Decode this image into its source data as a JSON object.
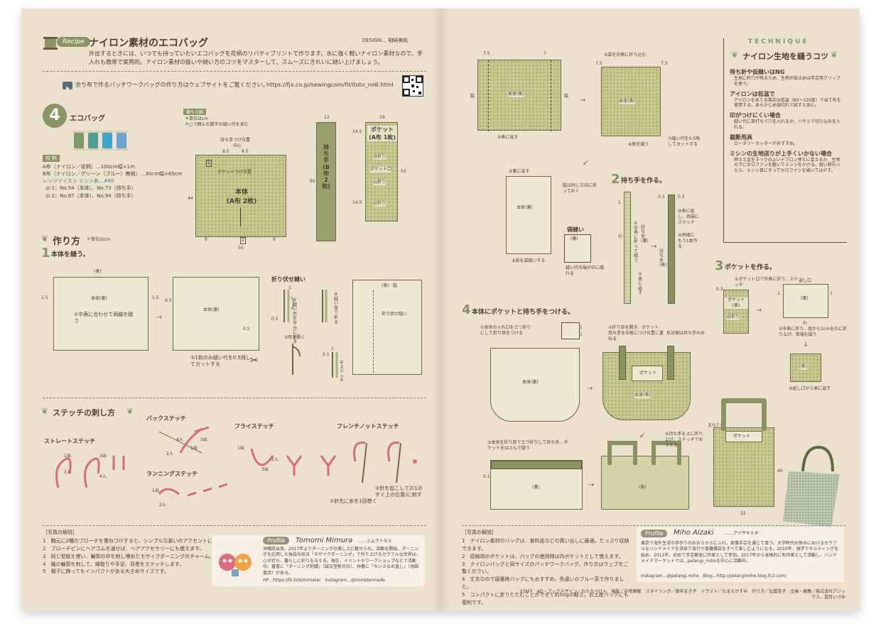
{
  "left": {
    "recipe_badge": "Recipe",
    "title": "ナイロン素材のエコバッグ",
    "design_credit": "DESIGN… 相崎美帆",
    "intro": "外出するときには、いつでも持っていたいエコバッグを花柄のリバティプリントで作ります。水に強く軽いナイロン素材なので、手入れも簡単で実用的。ナイロン素材の扱いや縫い方のコツをマスターして、スムーズにきれいに縫い上げましょう。",
    "web_note": "余り布で作るパッチワークバッグの作り方はウェブサイトをご覧ください。",
    "url": "https://fjx.co.jp/sewingcom/fil/itoto_no6.html",
    "item_number": "4",
    "item_name": "エコバッグ",
    "materials_label": "材 料",
    "materials": [
      "A布（ナイロン／花柄）…100cm幅×1m",
      "B布（ナイロン／グリーン（ブルー）無地）…30cm幅×65cm",
      "レッツソイスン ミシン糸…#60",
      "◎-1：No.54（本体）、No.73（持ち手）",
      "◎-2：No.87（本体）、No.94（持ち手）"
    ],
    "pattern_label": "裁ち方図",
    "pattern_notes": [
      "＊単位はcm",
      "＊□で囲んだ数字の縫い代を含む"
    ],
    "pattern": {
      "body_label": "本体\n(A布 2枚)",
      "handle_label": "持ち手\n(B布 2枚)",
      "pocket_label": "ポケット\n(A布 1枚)",
      "pocket_folds": [
        "谷折り",
        "ポケット口",
        "山折り",
        "谷折り"
      ],
      "handle_pos_label": "持ち手つけ位置",
      "center_label": "中心",
      "pocket_pos_label": "ポケットつけ位置",
      "dims": [
        "8.5",
        "8.5",
        "2",
        "44",
        "9",
        "2",
        "9",
        "50",
        "12",
        "65",
        "19",
        "14.5",
        "14.5",
        "53",
        "1",
        "1"
      ]
    },
    "howto_title": "作り方",
    "howto_unit": "＊単位はcm",
    "step1_num": "1",
    "step1_title": "本体を縫う。",
    "step1_labels": {
      "front": "(表)",
      "back1": "本体(裏)",
      "back2": "本体(裏)",
      "cap1": "①中表に合わせて両脇を縫う",
      "cap2": "②1枚のみ縫い代を0.5残してカットする",
      "fold_title": "折り伏せ縫い",
      "fold_caps": [
        "③縫い代を半分に折る",
        "④縫い目で折る",
        "⑤布を開く",
        "⑥ステッチ"
      ],
      "side_label": "脇",
      "front2": "(表)",
      "fold_cap2": "折り伏せ縫い",
      "dims": [
        "1.5",
        "1.5",
        "0.5",
        "0.5",
        "1",
        "0.5",
        "1.5",
        "1",
        "0.1",
        "1"
      ]
    },
    "stitch_title": "ステッチの刺し方",
    "stitches": [
      {
        "name": "ストレートステッチ",
        "caps": [
          "1出",
          "2入",
          "3出",
          "4入"
        ]
      },
      {
        "name": "バックステッチ",
        "caps": [
          "4入",
          "1出",
          "2入",
          "3出"
        ]
      },
      {
        "name": "ランニングステッチ",
        "caps": [
          "1出",
          "2入"
        ]
      },
      {
        "name": "フライステッチ",
        "caps": [
          "1出",
          "2入",
          "3出"
        ]
      },
      {
        "name": "フレンチノットステッチ",
        "caps": [
          "①針先に糸を1回巻く",
          "②針を起こして2(1のすぐ上の位置)に刺す"
        ]
      }
    ],
    "photo_title": "［写真の解説］",
    "photo_notes": [
      "1　胸元に2種のブローチを重ねづけすると、シンプルな装いのアクセントに。",
      "2　ブローチピンにヘアゴムを通せば、ヘアアクセサリーにも使えます。",
      "3　同じ型紙を使い、輪郭の中を刺し埋めたモザイクダーニングのチャーム。",
      "4　猫の輪郭を刺して、縁取りや手足、背景をステッチします。",
      "5　帽子に飾ってもインパクトがある大きめサイズです。"
    ],
    "profile_label": "Profile",
    "profile_name": "Tomomi Mimura",
    "profile_kana": "……ミムラトモミ",
    "profile_text": "沖縄県出身。2017年よりダーニングの楽しさに魅せられ、活動を開始。ダーニングを応用した独自の技法「モザイクダーニング」で作り上げるカラフルな世界は、心が打ち、暮らしに彩りを与える。現在、イベントやワークショップなどで活動中。著書に『ダーニング刺繍』（誠文堂新光社）、共著に『ちいさなお直し』（池田書店）がある。",
    "profile_links": "HP…https://lit.link/mimater　Instagram…@mimstermade",
    "page_number": ""
  },
  "right": {
    "step_labels": {
      "fold1": "⑤袋を内側に折り込む",
      "fold_dims": [
        "7.5",
        "7",
        "7.5",
        "7.5",
        "7",
        "7.5"
      ],
      "front_label": "本体(表)",
      "side_label_l": "脇",
      "side_label_r": "脇",
      "body2": "本体(表)",
      "bottom_cap": "④表に返す",
      "bottom_cap2": "⑥底を縫う",
      "cut_cap": "⑦縫い代を0.5残してカットする",
      "back_cap": "⑧裏に返す",
      "side_note": "脇は同じ方向に折っておく",
      "back_body": "本体(裏)",
      "bag_seam": "袋縫い",
      "bag_inner": "(裏)",
      "bag_seam_cap": "縫い代の端が中に隠れる",
      "seam_cap9": "⑨底を袋縫いする"
    },
    "step2_num": "2",
    "step2_title": "持ち手を作る。",
    "step2_caps": [
      "①中表に折って縫う",
      "②表に返す",
      "③表に返し、両端にステッチ",
      "④同様にもう1本作る"
    ],
    "step2_labels": [
      "持ち手(裏)",
      "持ち手(表)",
      "わ"
    ],
    "step2_dims": [
      "0.3",
      "0.3",
      "1"
    ],
    "technique_label": "TECHNIQUE",
    "technique_title": "ナイロン生地を縫うコツ",
    "tips": [
      {
        "head": "待ち針や仮縫いはNG",
        "body": "生地に針穴が残るため、生地の仮止めは手芸用クリップを使う。"
      },
      {
        "head": "アイロンは低温で",
        "body": "アイロンをあてる場合は低温（80〜120度）で当て布を使用する。あらかじめ端切れで試すと安心。"
      },
      {
        "head": "印がつけにくい場合",
        "body": "縫い代に目打ちで穴を入れるか、ハサミで切り込みを入れる。"
      },
      {
        "head": "裁断用具",
        "body": "ロータリーカッターがおすすめ。"
      },
      {
        "head": "ミシンの生地送りが上手くいかない場合",
        "body": "押さえ金をすべりのよいテフロン押えに変えるか、生地の下にセロファンを敷いてミシンをかける。縫い終わったら、ミシン目にそってセロファンを破いてはがす。"
      }
    ],
    "step3_num": "3",
    "step3_title": "ポケットを作る。",
    "step3_caps": [
      "①ポケット口で外表に折り、ステッチ",
      "②中表に折り、底から2cmをわに折り上げ、両端を縫う",
      "③返し口から表に返す"
    ],
    "step3_labels": [
      "ポケット(表)",
      "谷折り",
      "(裏)",
      "返し口",
      "わ",
      "(表)"
    ],
    "step3_dims": [
      "0.3",
      "1",
      "1",
      "1",
      "1"
    ],
    "step4_num": "4",
    "step4_title": "本体にポケットと持ち手をつける。",
    "step4_caps": [
      "①本体の入れ口を三つ折りにして折り目をつける",
      "②折り目を開き、ポケット、持ち手を中表につけ位置に重ねる",
      "反対側は持ち手のみ",
      "③本体を折り目で三つ折りして持ち手、ポケットをはさんで縫う",
      "④持ち手を上に折り上げ、ステッチでおさえる"
    ],
    "step4_labels": [
      "本体(裏)",
      "本体(表)",
      "ポケット",
      "ポケット",
      "(裏)",
      "(表)"
    ],
    "step4_dims": [
      "1",
      "1",
      "2",
      "0.1",
      "まち7.5",
      "40",
      "32"
    ],
    "photo_title": "［写真の解説］",
    "photo_notes": [
      "1　ナイロン素材のバッグは、食料品などの買い出しに最適。たっぷり収納できます。",
      "2　収納用のポケットは、バッグの使用時は内ポケットとして使えます。",
      "3　ナイロンバッグと同サイズのパッチワークバッグ。作り方はウェブをご覧ください。",
      "4　丈夫なので図書館バッグにもおすすめ。色違いのブルー系で作りました。",
      "5　コンパクトに折りたたむことができて約50gの軽さ。お土産バッグにも便利です。"
    ],
    "profile_label": "Profile",
    "profile_name": "Miho Aizaki",
    "profile_kana": "……アイザキミホ",
    "profile_text": "東京で海外生活や手作りのおおらかさにふれ、家事手芸を通じて育つ。大学時代の休みにおけるカラフルなハンドメイドを求めて旅行や書籍雑誌をすべて楽しむようになる。2010年、独学でキルティングを始め、2011年、初めて手芸教室に作家として参加。2017年から本格的に布作家として活動し、ハンドメイドマーケットでは…pelangi_mihoを中心に活動中。",
    "profile_links": "Instagram…@pelangi.miho　Blog…http://pelangimiho.blog.fc2.com/",
    "staff": "STAFF　AD・ブックデザイン／わたなべけん　撮影／中島樂敏　スタイリング／田中まき子　イラスト／たまえかずみ　作り方／比嘉英子　企画・編集／株式会社アジックス、望月いづみ"
  }
}
